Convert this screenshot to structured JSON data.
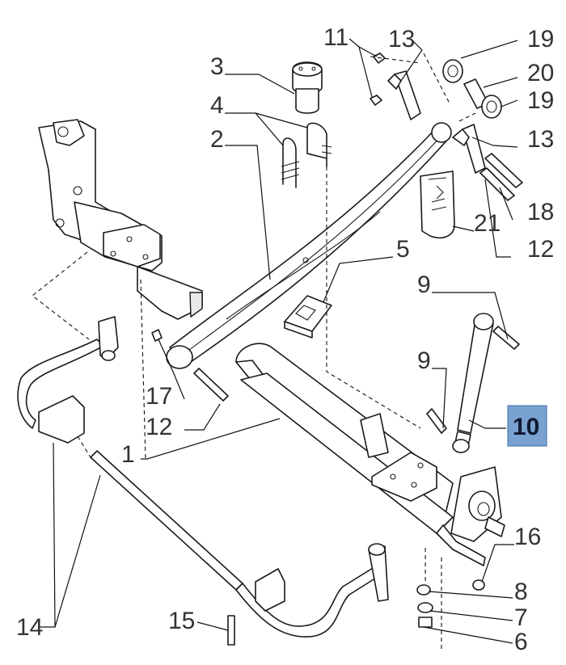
{
  "diagram": {
    "labels": {
      "l1": "1",
      "l2": "2",
      "l3": "3",
      "l4": "4",
      "l5": "5",
      "l6": "6",
      "l7": "7",
      "l8": "8",
      "l9a": "9",
      "l9b": "9",
      "l10": "10",
      "l11": "11",
      "l12a": "12",
      "l12b": "12",
      "l13a": "13",
      "l13b": "13",
      "l14": "14",
      "l15": "15",
      "l16": "16",
      "l17": "17",
      "l18": "18",
      "l19a": "19",
      "l19b": "19",
      "l20": "20",
      "l21": "21"
    },
    "highlight_color": "#7aa2d0"
  }
}
